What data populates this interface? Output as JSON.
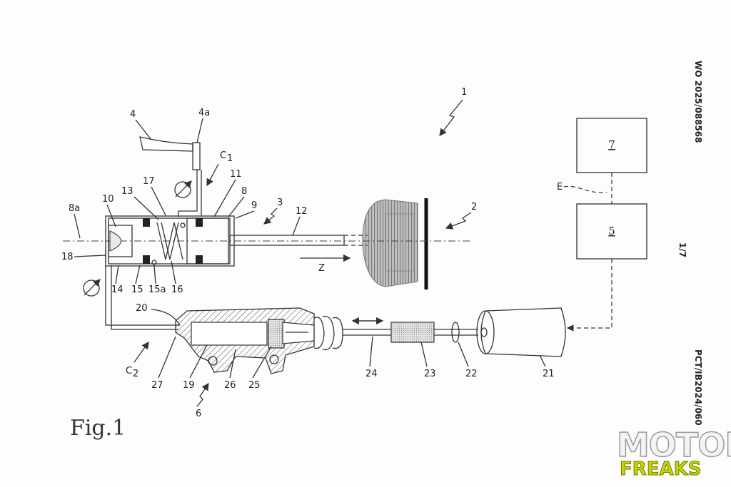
{
  "figure": {
    "title": "Fig.1"
  },
  "side_text": {
    "top": "WO 2025/088568",
    "middle": "1/7",
    "bottom": "PCT/IB2024/060"
  },
  "boxes": [
    {
      "label": "7"
    },
    {
      "label": "5"
    }
  ],
  "labels": {
    "1": "1",
    "2": "2",
    "3": "3",
    "4": "4",
    "4a": "4a",
    "6": "6",
    "8": "8",
    "8a": "8a",
    "9": "9",
    "10": "10",
    "11": "11",
    "12": "12",
    "13": "13",
    "14": "14",
    "15": "15",
    "15a": "15a",
    "16": "16",
    "17": "17",
    "18": "18",
    "19": "19",
    "20": "20",
    "21": "21",
    "22": "22",
    "23": "23",
    "24": "24",
    "25": "25",
    "26": "26",
    "27": "27",
    "C1": "C",
    "C1_sub": "1",
    "C2": "C",
    "C2_sub": "2",
    "Z": "Z",
    "E": "E"
  },
  "watermark": {
    "line1": "MOTOR",
    "line2": "FREAKS"
  }
}
